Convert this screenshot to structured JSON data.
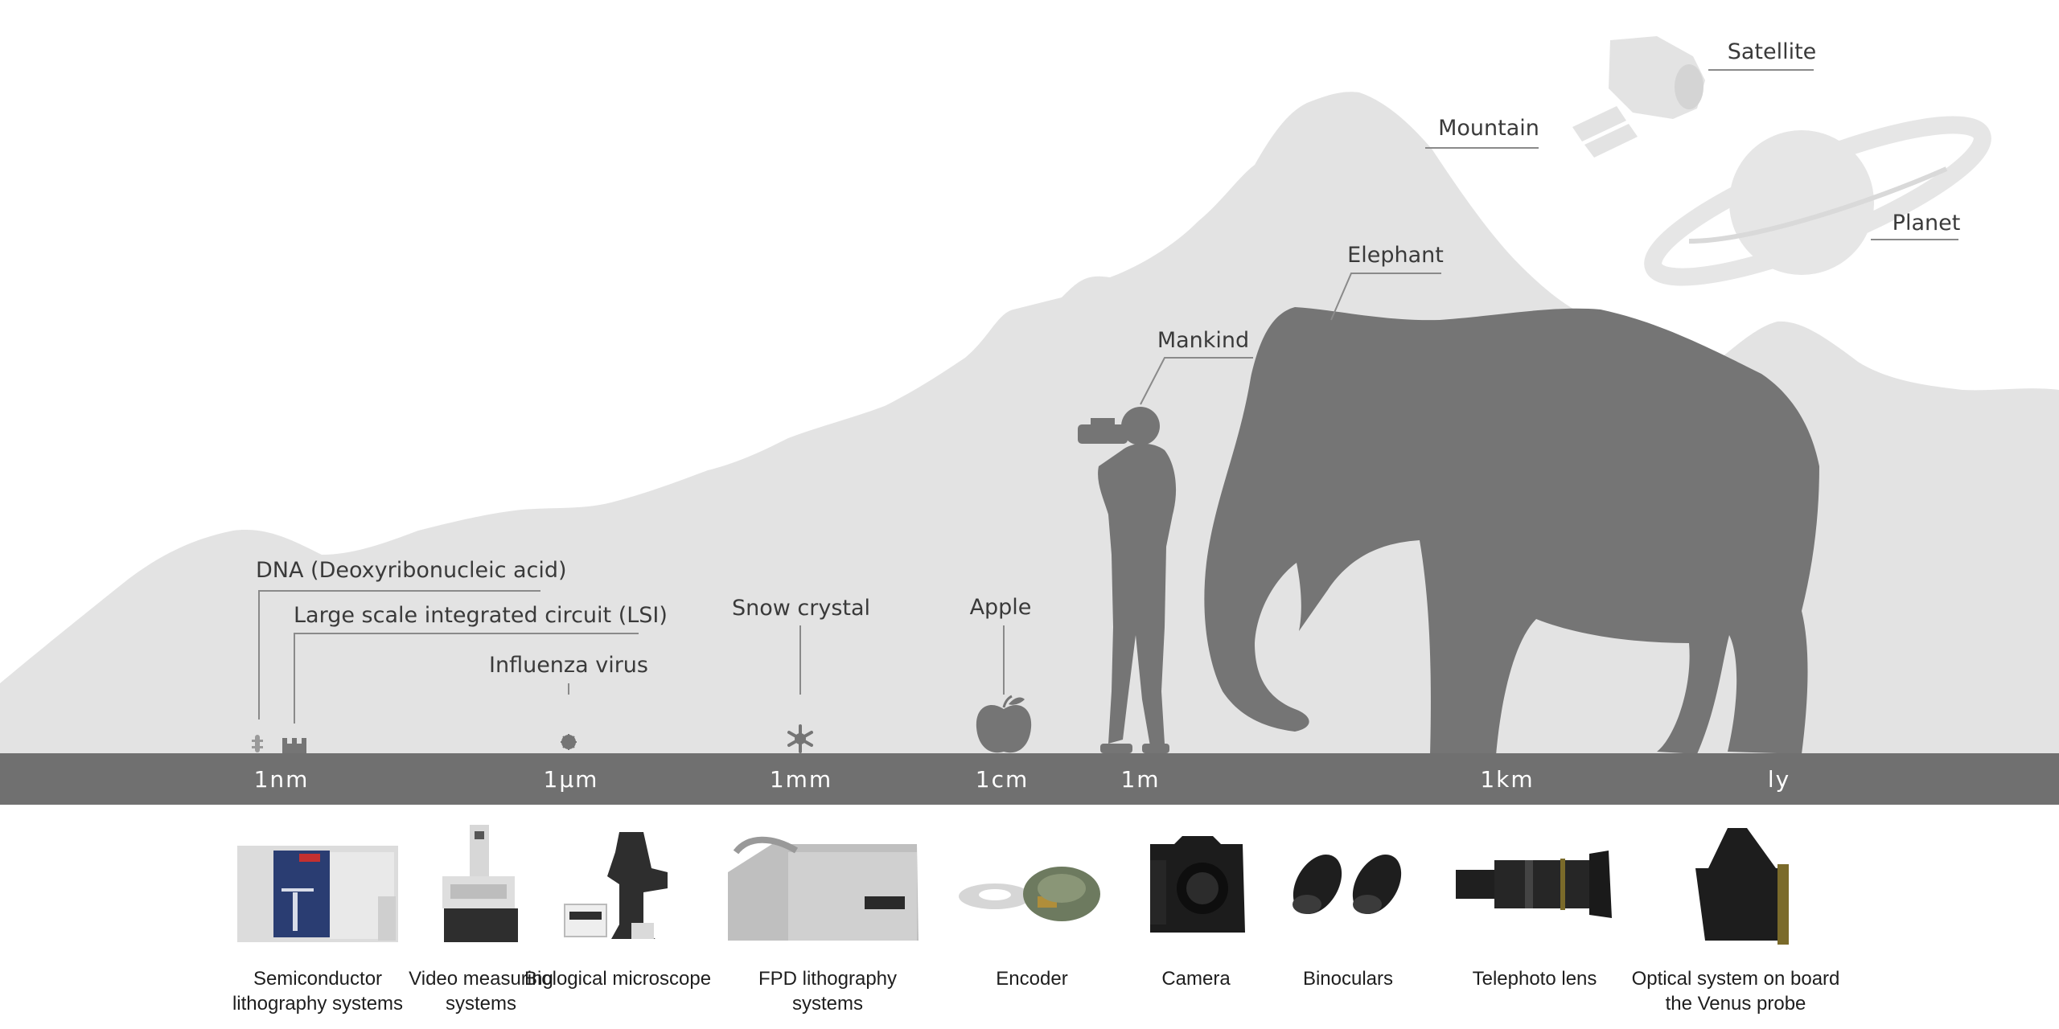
{
  "labels": {
    "dna": "DNA (Deoxyribonucleic acid)",
    "lsi": "Large scale integrated circuit (LSI)",
    "virus": "Influenza virus",
    "snow": "Snow crystal",
    "apple": "Apple",
    "mankind": "Mankind",
    "elephant": "Elephant",
    "mountain": "Mountain",
    "satellite": "Satellite",
    "planet": "Planet"
  },
  "scale": [
    "1nm",
    "1µm",
    "1mm",
    "1cm",
    "1m",
    "1km",
    "ly"
  ],
  "products": [
    "Semiconductor lithography systems",
    "Video measuring systems",
    "Biological microscope",
    "FPD lithography systems",
    "Encoder",
    "Camera",
    "Binoculars",
    "Telephoto lens",
    "Optical system on board the Venus probe"
  ],
  "colors": {
    "background_silhouette": "#e3e3e3",
    "foreground_silhouette": "#757575",
    "scale_bar": "#707070",
    "label_text": "#3a3a3a"
  }
}
